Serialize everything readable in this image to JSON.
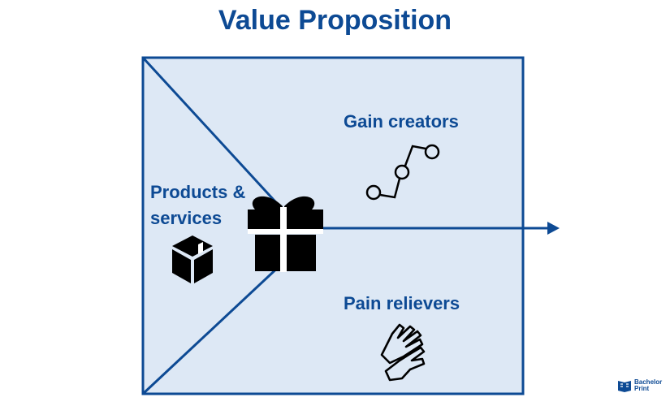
{
  "title": "Value Proposition",
  "sections": {
    "gain_creators": {
      "label": "Gain creators",
      "icon": "line-chart-nodes-icon"
    },
    "products_services": {
      "label_line1": "Products &",
      "label_line2": "services",
      "icon": "box-icon"
    },
    "pain_relievers": {
      "label": "Pain relievers",
      "icon": "hands-icon"
    },
    "center": {
      "icon": "gift-icon"
    }
  },
  "logo": {
    "line1": "Bachelor",
    "line2": "Print"
  },
  "colors": {
    "accent": "#0d4a94",
    "panel_fill": "#dde8f5",
    "icon": "#000000"
  }
}
